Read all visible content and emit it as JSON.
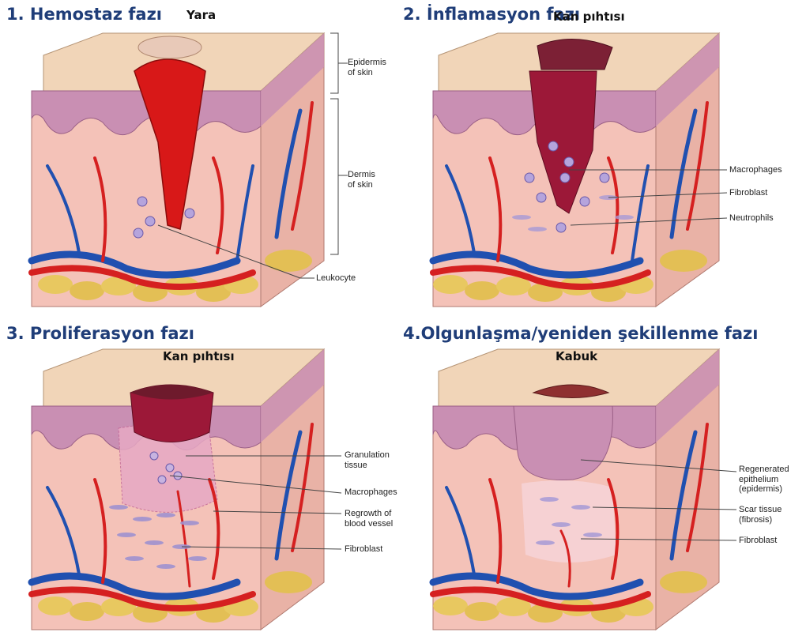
{
  "panels": [
    {
      "title": "1. Hemostaz fazı",
      "top_label": "Yara",
      "callouts": [
        "Epidermis\nof skin",
        "Dermis\nof skin",
        "Leukocyte"
      ]
    },
    {
      "title": "2. İnflamasyon fazı",
      "top_label": "Kan pıhtısı",
      "callouts": [
        "Macrophages",
        "Fibroblast",
        "Neutrophils"
      ]
    },
    {
      "title": "3. Proliferasyon fazı",
      "top_label": "Kan pıhtısı",
      "callouts": [
        "Granulation\ntissue",
        "Macrophages",
        "Regrowth of\nblood vessel",
        "Fibroblast"
      ]
    },
    {
      "title": "4.Olgunlaşma/yeniden şekillenme fazı",
      "top_label": "Kabuk",
      "callouts": [
        "Regenerated\nepithelium\n(epidermis)",
        "Scar tissue\n(fibrosis)",
        "Fibroblast"
      ]
    }
  ],
  "colors": {
    "title": "#1f3d78",
    "skin_surface": "#f1d5b8",
    "epidermis": "#c98fb3",
    "dermis": "#f4c2b8",
    "fat": "#e8c860",
    "artery": "#d52020",
    "vein": "#2050b0",
    "wound_blood": "#d81818",
    "clot": "#9c1838",
    "scab": "#8f3030"
  }
}
